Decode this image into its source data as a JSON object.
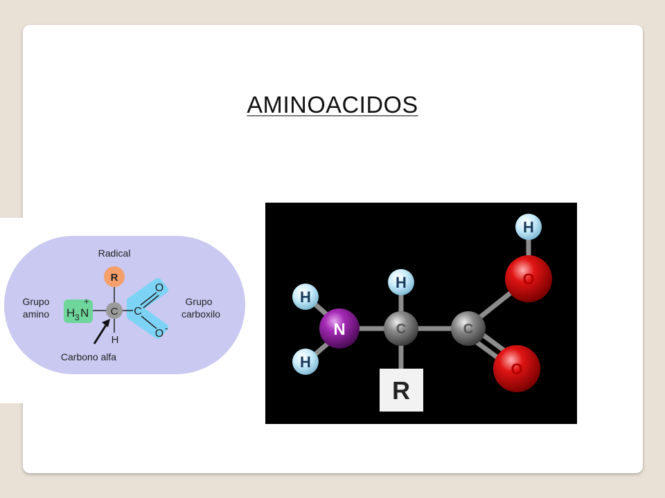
{
  "slide": {
    "title": "AMINOACIDOS"
  },
  "diagram_left": {
    "radical_label": "Radical",
    "radical_atom": "R",
    "amino_label_1": "Grupo",
    "amino_label_2": "amino",
    "amino_group_h": "H",
    "amino_group_sub": "3",
    "amino_group_n": "N",
    "amino_group_charge": "+",
    "carbon_atom": "C",
    "hydrogen_atom": "H",
    "carboxyl_c": "C",
    "carboxyl_o1": "O",
    "carboxyl_o2": "O",
    "carboxyl_charge": "-",
    "carboxyl_label_1": "Grupo",
    "carboxyl_label_2": "carboxilo",
    "alpha_label": "Carbono alfa",
    "colors": {
      "oval": "#c9c9f2",
      "radical": "#f5a06a",
      "amino": "#6ed69b",
      "carboxyl": "#7dd3f5",
      "carbon": "#9a9a9a"
    }
  },
  "diagram_right": {
    "atoms": {
      "n": "N",
      "c_alpha": "C",
      "c_carboxyl": "C",
      "o_hydroxyl": "O",
      "o_double": "O",
      "h_top_oh": "H",
      "h_alpha": "H",
      "h_amino_top": "H",
      "h_amino_bottom": "H",
      "r_group": "R"
    },
    "colors": {
      "background": "#000000",
      "nitrogen": "#8a1a9a",
      "carbon": "#7a7a7a",
      "oxygen": "#d81010",
      "hydrogen": "#bfe6f7",
      "r_box": "#f2f2f2"
    }
  }
}
